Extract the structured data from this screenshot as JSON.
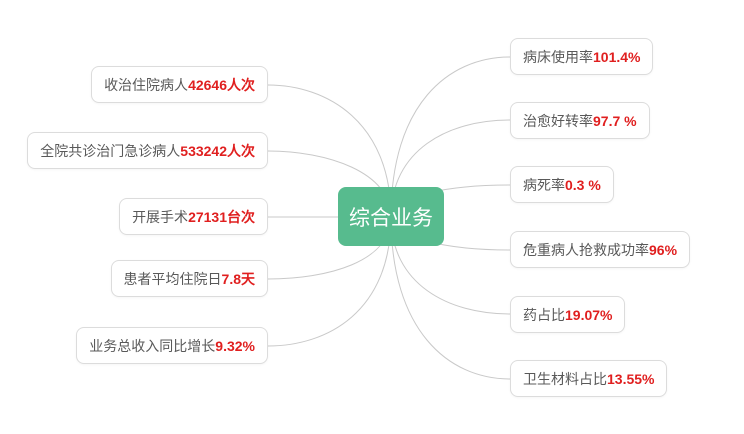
{
  "diagram": {
    "center": {
      "label": "综合业务"
    },
    "left": [
      {
        "label": "收治住院病人",
        "value": "42646人次"
      },
      {
        "label": "全院共诊治门急诊病人",
        "value": "533242人次"
      },
      {
        "label": "开展手术 ",
        "value": "27131台次"
      },
      {
        "label": "患者平均住院日",
        "value": "7.8天"
      },
      {
        "label": "业务总收入同比增长",
        "value": "9.32%"
      }
    ],
    "right": [
      {
        "label": "病床使用率",
        "value": "101.4%"
      },
      {
        "label": "治愈好转率",
        "value": "97.7 %"
      },
      {
        "label": "病死率",
        "value": "0.3 %"
      },
      {
        "label": "危重病人抢救成功率",
        "value": "96%"
      },
      {
        "label": "药占比",
        "value": "19.07%"
      },
      {
        "label": "卫生材料占比",
        "value": "13.55%"
      }
    ],
    "colors": {
      "center_bg": "#57bb8e",
      "value_red": "#e01f1f",
      "label_gray": "#595959",
      "line_gray": "#c9c9c9",
      "border_gray": "#dcdcdc"
    }
  }
}
